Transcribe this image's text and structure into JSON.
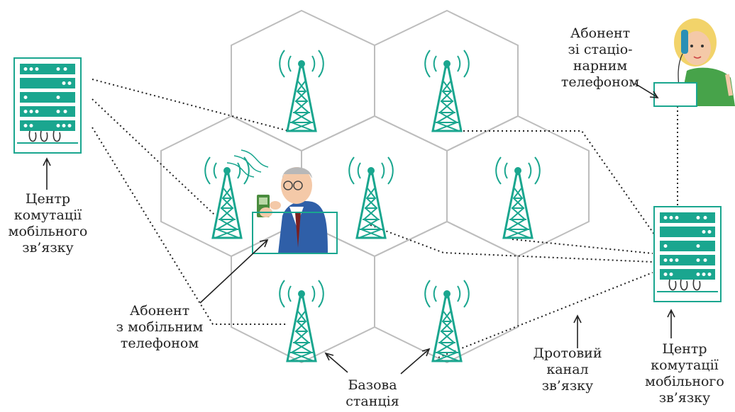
{
  "labels": {
    "center_left": [
      "Центр",
      "комутації",
      "мобільного",
      "зв’язку"
    ],
    "center_right": [
      "Центр",
      "комутації",
      "мобільного",
      "зв’язку"
    ],
    "mobile_subscriber": [
      "Абонент",
      "з мобільним",
      "телефоном"
    ],
    "fixed_subscriber": [
      "Абонент",
      "зі стаціо-",
      "нарним",
      "телефоном"
    ],
    "base_station": [
      "Базова",
      "станція"
    ],
    "wired_channel": [
      "Дротовий",
      "канал",
      "зв’язку"
    ]
  },
  "colors": {
    "accent": "#1aa68f",
    "hex_stroke": "#bdbdbd",
    "text": "#222222",
    "suit": "#2f5fa8",
    "jacket": "#47a34a"
  }
}
